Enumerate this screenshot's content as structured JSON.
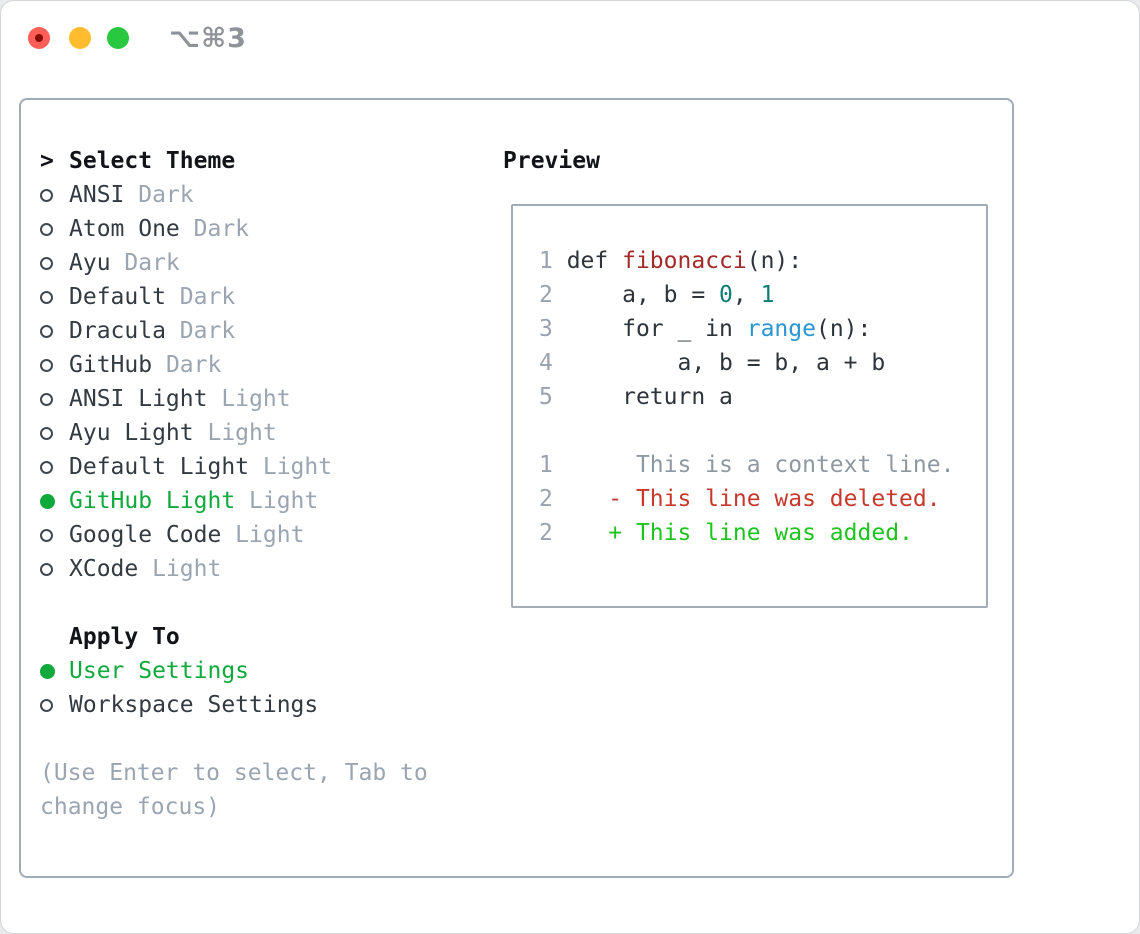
{
  "window": {
    "title": "⌥⌘3"
  },
  "colors": {
    "tl-red": "#ff5f57",
    "tl-red-dot": "#860d06",
    "tl-yellow": "#febc2e",
    "tl-green": "#28c841",
    "title-gray": "#8f9399",
    "border-gray": "#a3abb8",
    "header-dark": "#121417",
    "name-dark": "#343a41",
    "muted-gray": "#9aa5b1",
    "radio-ring": "#42484f",
    "accent-green": "#0fa93c",
    "line-num-gray": "#9aa2ad",
    "code-fg": "#2e343a",
    "func-red": "#a32a28",
    "number-teal": "#0e7d74",
    "builtin-blue": "#2a95d0",
    "context-gray": "#8f98a1",
    "deleted-red": "#c6392c",
    "added-green": "#1ec41e"
  },
  "picker": {
    "prompt": ">",
    "title": "Select Theme",
    "items": [
      {
        "name": "ANSI",
        "variant": "Dark",
        "selected": false
      },
      {
        "name": "Atom One",
        "variant": "Dark",
        "selected": false
      },
      {
        "name": "Ayu",
        "variant": "Dark",
        "selected": false
      },
      {
        "name": "Default",
        "variant": "Dark",
        "selected": false
      },
      {
        "name": "Dracula",
        "variant": "Dark",
        "selected": false
      },
      {
        "name": "GitHub",
        "variant": "Dark",
        "selected": false
      },
      {
        "name": "ANSI Light",
        "variant": "Light",
        "selected": false
      },
      {
        "name": "Ayu Light",
        "variant": "Light",
        "selected": false
      },
      {
        "name": "Default Light",
        "variant": "Light",
        "selected": false
      },
      {
        "name": "GitHub Light",
        "variant": "Light",
        "selected": true
      },
      {
        "name": "Google Code",
        "variant": "Light",
        "selected": false
      },
      {
        "name": "XCode",
        "variant": "Light",
        "selected": false
      }
    ],
    "apply_to_label": "Apply To",
    "apply_options": [
      {
        "label": "User Settings",
        "selected": true
      },
      {
        "label": "Workspace Settings",
        "selected": false
      }
    ],
    "hint": "(Use Enter to select, Tab to change focus)"
  },
  "preview": {
    "label": "Preview",
    "lines": [
      {
        "num": "1",
        "segments": [
          {
            "t": " def ",
            "c": "code"
          },
          {
            "t": "fibonacci",
            "c": "func"
          },
          {
            "t": "(n):",
            "c": "code"
          }
        ]
      },
      {
        "num": "2",
        "segments": [
          {
            "t": "     a, b = ",
            "c": "code"
          },
          {
            "t": "0",
            "c": "num"
          },
          {
            "t": ", ",
            "c": "code"
          },
          {
            "t": "1",
            "c": "num"
          }
        ]
      },
      {
        "num": "3",
        "segments": [
          {
            "t": "     for _ in ",
            "c": "code"
          },
          {
            "t": "range",
            "c": "builtin"
          },
          {
            "t": "(n):",
            "c": "code"
          }
        ]
      },
      {
        "num": "4",
        "segments": [
          {
            "t": "         a, b = b, a + b",
            "c": "code"
          }
        ]
      },
      {
        "num": "5",
        "segments": [
          {
            "t": "     return a",
            "c": "code"
          }
        ]
      },
      {
        "num": "",
        "segments": []
      },
      {
        "num": "1",
        "segments": [
          {
            "t": "      This is a context line.",
            "c": "ctx"
          }
        ]
      },
      {
        "num": "2",
        "segments": [
          {
            "t": "    - This line was deleted.",
            "c": "del"
          }
        ]
      },
      {
        "num": "2",
        "segments": [
          {
            "t": "    + This line was added.",
            "c": "add"
          }
        ]
      }
    ]
  }
}
